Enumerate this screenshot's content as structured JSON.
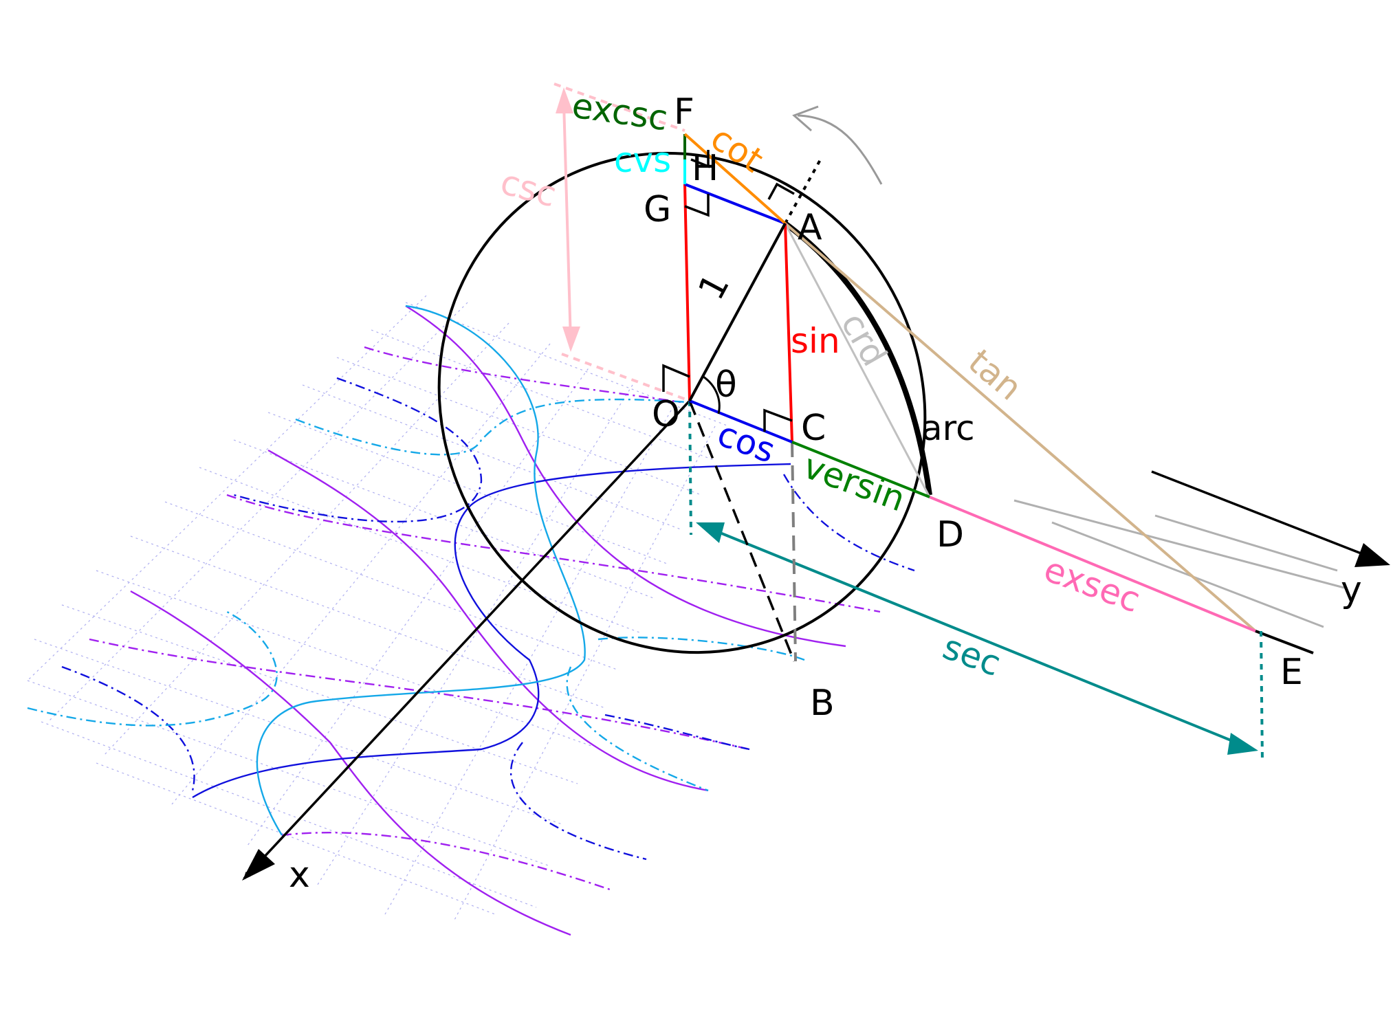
{
  "labels": {
    "F": "F",
    "H": "H",
    "G": "G",
    "A": "A",
    "O": "O",
    "C": "C",
    "D": "D",
    "B": "B",
    "E": "E",
    "x": "x",
    "y": "y",
    "one": "1",
    "theta": "θ"
  },
  "functions": {
    "excsc": "excsc",
    "cot": "cot",
    "cvs": "cvs",
    "csc": "csc",
    "sin": "sin",
    "crd": "crd",
    "tan": "tan",
    "arc": "arc",
    "cos": "cos",
    "versin": "versin",
    "exsec": "exsec",
    "sec": "sec"
  },
  "colors": {
    "sin": "#ff0000",
    "cos": "#0000ee",
    "versin": "#008000",
    "excsc": "#006400",
    "cot": "#ff8c00",
    "cvs": "#00ffff",
    "csc": "#ffc0cb",
    "crd": "#c0c0c0",
    "tan": "#d2b48c",
    "exsec": "#ff69b4",
    "sec": "#008b8b",
    "curve_purple": "#a020f0",
    "curve_blue": "#1010dd",
    "curve_cyan": "#14a8e8"
  }
}
